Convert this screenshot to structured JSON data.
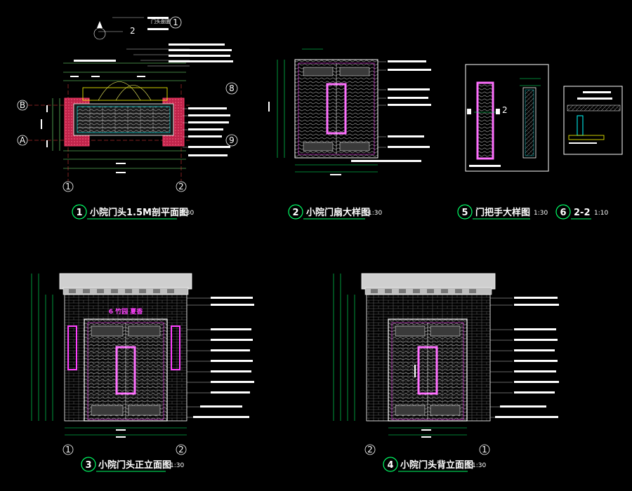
{
  "views": [
    {
      "num": "1",
      "title": "小院门头1.5M剖平面图",
      "scale": "1:30"
    },
    {
      "num": "2",
      "title": "小院门扇大样图",
      "scale": "1:30"
    },
    {
      "num": "5",
      "title": "门把手大样图",
      "scale": "1:30"
    },
    {
      "num": "6",
      "title": "2-2",
      "scale": "1:10"
    },
    {
      "num": "3",
      "title": "小院门头正立面图",
      "scale": "1:30"
    },
    {
      "num": "4",
      "title": "小院门头背立面图",
      "scale": "1:30"
    }
  ],
  "grid_labels": {
    "a": "A",
    "b": "B",
    "one": "1",
    "two": "2"
  },
  "section_marks": {
    "s8": "8",
    "s9": "9",
    "top1": "1",
    "top2": "2",
    "sec2": "2"
  },
  "door_head_note": "门头剖面",
  "sign_text": "6 竹园 夏香"
}
